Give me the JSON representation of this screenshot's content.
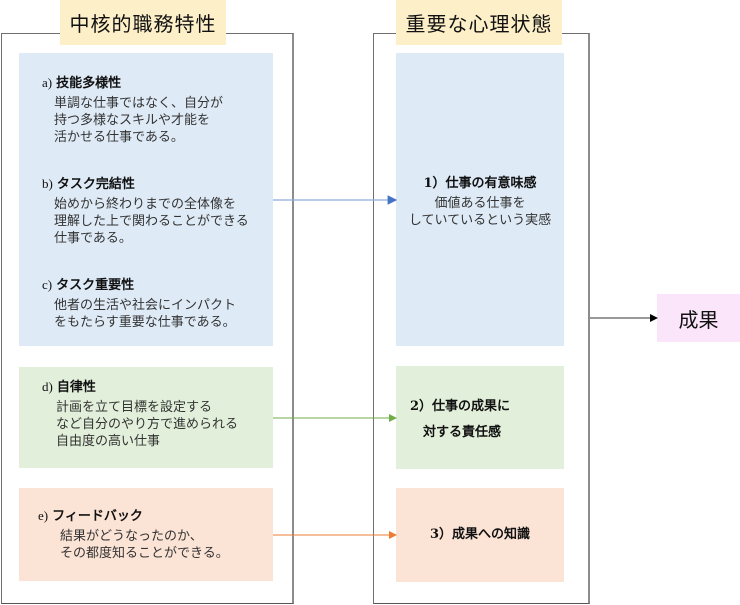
{
  "left_panel": {
    "title": "中核的職務特性",
    "items": [
      {
        "label": "a)",
        "name": "技能多様性",
        "desc": "単調な仕事ではなく、自分が\n持つ多様なスキルや才能を\n活かせる仕事である。"
      },
      {
        "label": "b)",
        "name": "タスク完結性",
        "desc": "始めから終わりまでの全体像を\n理解した上で関わることができる\n仕事である。"
      },
      {
        "label": "c)",
        "name": "タスク重要性",
        "desc": "他者の生活や社会にインパクト\nをもたらす重要な仕事である。"
      },
      {
        "label": "d)",
        "name": "自律性",
        "desc": "計画を立て目標を設定する\nなど自分のやり方で進められる\n自由度の高い仕事"
      },
      {
        "label": "e)",
        "name": "フィードバック",
        "desc": "結果がどうなったのか、\nその都度知ることができる。"
      }
    ]
  },
  "right_panel": {
    "title": "重要な心理状態",
    "states": [
      {
        "name": "1）仕事の有意味感",
        "desc": "価値ある仕事を\n していているという実感"
      },
      {
        "name": "2）仕事の成果に\n　対する責任感",
        "desc": ""
      },
      {
        "name": "3）成果への知識",
        "desc": ""
      }
    ]
  },
  "outcome": {
    "label": "成果"
  },
  "colors": {
    "blue_group": "#deeaf6",
    "green_group": "#e2efda",
    "orange_group": "#fbe3d6",
    "title_bg": "#fdf0c9",
    "outcome_bg": "#fbe5fb",
    "arrow_blue": "#4472c4",
    "arrow_green": "#70ad47",
    "arrow_orange": "#ed7d31",
    "arrow_black": "#000000"
  }
}
